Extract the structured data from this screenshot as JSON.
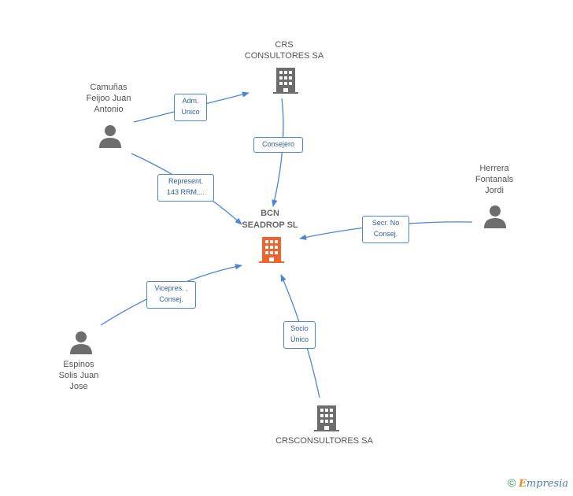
{
  "colors": {
    "edge": "#4a86d4",
    "main_company": "#f0622e",
    "entity": "#6d6d6d"
  },
  "nodes": {
    "main": {
      "label": "BCN\nSEADROP SL",
      "icon": "building-icon"
    },
    "crs_consultores": {
      "label": "CRS\nCONSULTORES SA",
      "icon": "building-icon"
    },
    "camunas": {
      "label": "Camuñas\nFeijoo Juan\nAntonio",
      "icon": "person-icon"
    },
    "herrera": {
      "label": "Herrera\nFontanals\nJordi",
      "icon": "person-icon"
    },
    "espinos": {
      "label": "Espinos\nSolis Juan\nJose",
      "icon": "person-icon"
    },
    "crsconsultores": {
      "label": "CRSCONSULTORES SA",
      "icon": "building-icon"
    }
  },
  "relations": {
    "adm_unico": "Adm.\nUnico",
    "consejero": "Consejero",
    "represent": "Represent.\n143 RRM,...",
    "secr_no_consej": "Secr.  No\nConsej.",
    "vicepres": "Vicepres. ,\nConsej.",
    "socio_unico": "Socio\nÚnico"
  },
  "branding": {
    "copyright": "©",
    "e": "E",
    "rest": "mpresia"
  }
}
